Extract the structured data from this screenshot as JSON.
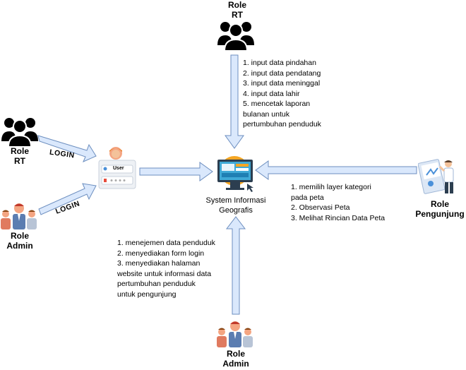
{
  "roles": {
    "rt_top": {
      "label_line1": "Role",
      "label_line2": "RT"
    },
    "rt_left": {
      "label_line1": "Role",
      "label_line2": "RT"
    },
    "admin_left": {
      "label_line1": "Role",
      "label_line2": "Admin"
    },
    "admin_bottom": {
      "label_line1": "Role",
      "label_line2": "Admin"
    },
    "pengunjung": {
      "label_line1": "Role",
      "label_line2": "Pengunjung"
    }
  },
  "login_labels": {
    "top": "LOGIN",
    "bottom": "LOGIN"
  },
  "login_form": {
    "user_field": "User"
  },
  "system": {
    "line1": "System Informasi",
    "line2": "Geografis"
  },
  "notes": {
    "rt": "1. input data pindahan\n2. input data pendatang\n3. input data meninggal\n4. input data lahir\n5. mencetak laporan\nbulanan untuk\npertumbuhan penduduk",
    "pengunjung": "1. memilih layer kategori\npada peta\n2. Observasi Peta\n3. Melihat Rincian Data Peta",
    "admin": "1. menejemen data penduduk\n2. menyediakan form login\n3. menyediakan halaman\nwebsite untuk informasi data\npertumbuhan penduduk\nuntuk pengunjung"
  },
  "colors": {
    "arrow_fill": "#dae8fc",
    "arrow_stroke": "#6c8ebf",
    "person": "#000000"
  }
}
